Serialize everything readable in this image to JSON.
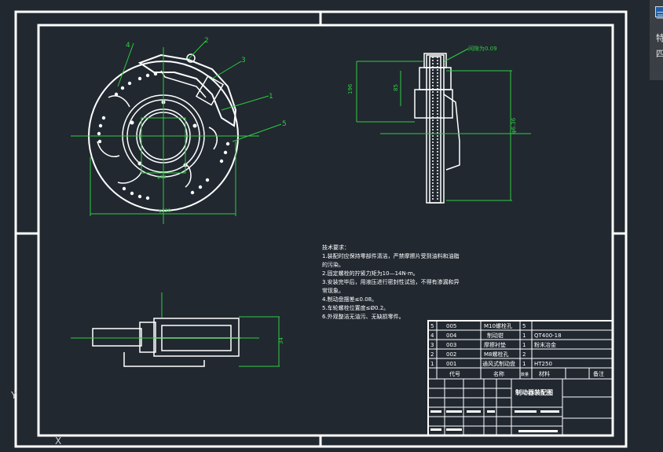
{
  "viewport": {
    "title_bar_glyph": "三",
    "label_1": "特",
    "label_2": "四"
  },
  "ucs": {
    "y": "Y",
    "x": "X"
  },
  "dims": {
    "gap": "间隙为0.09",
    "d1": "φ330",
    "d2": "φ88",
    "d3": "φ6.36",
    "h1": "196",
    "h2": "85",
    "h3": "34"
  },
  "callouts": [
    "4",
    "2",
    "3",
    "1",
    "5"
  ],
  "notes": {
    "title": "技术要求：",
    "lines": [
      "1.装配时应保持零部件清洁，严禁摩擦片受到油料和油脂",
      "的污染。",
      "2.固定螺栓的拧紧力矩为10—14N·m。",
      "3.安装完毕后，用液压进行密封性试验，不得有渗漏和异",
      "常现象。",
      "4.制动盘摆差≤0.08。",
      "5.车轮螺栓位置度≤Ø0.2。",
      "6.外观整洁无油污、无缺损零件。"
    ]
  },
  "bom": {
    "rows": [
      {
        "no": "5",
        "code": "005",
        "name": "M10螺栓孔",
        "qty": "5",
        "material": ""
      },
      {
        "no": "4",
        "code": "004",
        "name": "制动钳",
        "qty": "1",
        "material": "QT400-18"
      },
      {
        "no": "3",
        "code": "003",
        "name": "摩擦衬垫",
        "qty": "1",
        "material": "粉末冶金"
      },
      {
        "no": "2",
        "code": "002",
        "name": "M8螺栓孔",
        "qty": "2",
        "material": ""
      },
      {
        "no": "1",
        "code": "001",
        "name": "通风式制动盘",
        "qty": "1",
        "material": "HT250"
      }
    ],
    "header": {
      "code": "代号",
      "name": "名称",
      "qty": "数量",
      "material": "材料",
      "remark": "备注"
    }
  },
  "title_block": {
    "name": "制动器装配图"
  }
}
